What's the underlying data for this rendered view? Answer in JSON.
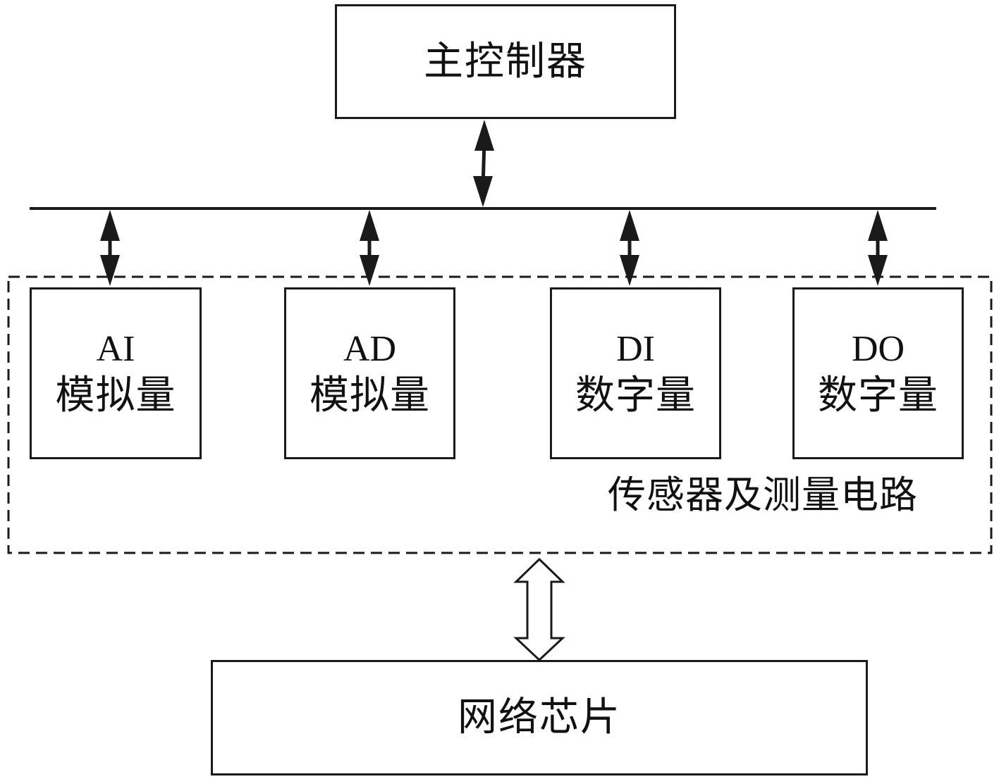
{
  "master": {
    "label": "主控制器"
  },
  "modules": [
    {
      "line1": "AI",
      "line2": "模拟量"
    },
    {
      "line1": "AD",
      "line2": "模拟量"
    },
    {
      "line1": "DI",
      "line2": "数字量"
    },
    {
      "line1": "DO",
      "line2": "数字量"
    }
  ],
  "group": {
    "label": "传感器及测量电路"
  },
  "network": {
    "label": "网络芯片"
  }
}
